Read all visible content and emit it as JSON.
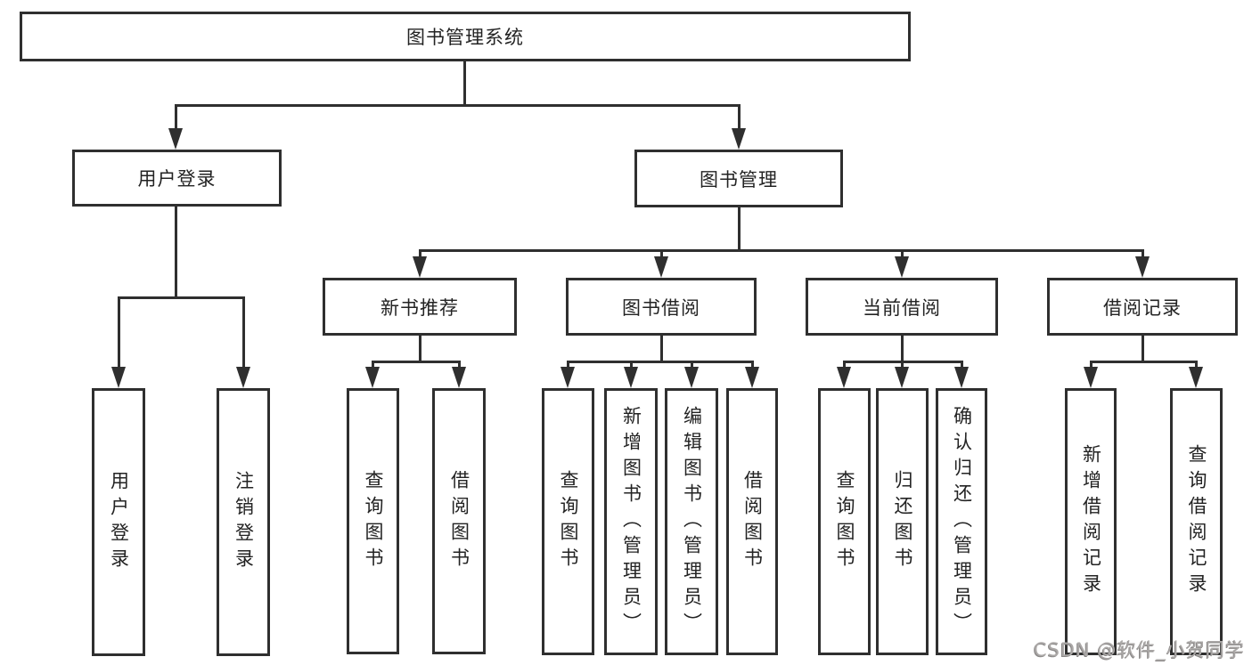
{
  "diagram": {
    "root_label": "图书管理系统",
    "user_login": {
      "label": "用户登录",
      "children": [
        {
          "label": "用户登录"
        },
        {
          "label": "注销登录"
        }
      ]
    },
    "book_mgmt": {
      "label": "图书管理",
      "groups": [
        {
          "label": "新书推荐",
          "children": [
            {
              "label": "查询图书"
            },
            {
              "label": "借阅图书"
            }
          ]
        },
        {
          "label": "图书借阅",
          "children": [
            {
              "label": "查询图书"
            },
            {
              "label": "新增图书（管理员）"
            },
            {
              "label": "编辑图书（管理员）"
            },
            {
              "label": "借阅图书"
            }
          ]
        },
        {
          "label": "当前借阅",
          "children": [
            {
              "label": "查询图书"
            },
            {
              "label": "归还图书"
            },
            {
              "label": "确认归还（管理员）"
            }
          ]
        },
        {
          "label": "借阅记录",
          "children": [
            {
              "label": "新增借阅记录"
            },
            {
              "label": "查询借阅记录"
            }
          ]
        }
      ]
    }
  },
  "watermark": {
    "text": "CSDN @软件_小贺同学"
  },
  "colors": {
    "line": "#2f2f2f",
    "text": "#232323",
    "background": "#ffffff",
    "watermark": "#aba8a7"
  }
}
